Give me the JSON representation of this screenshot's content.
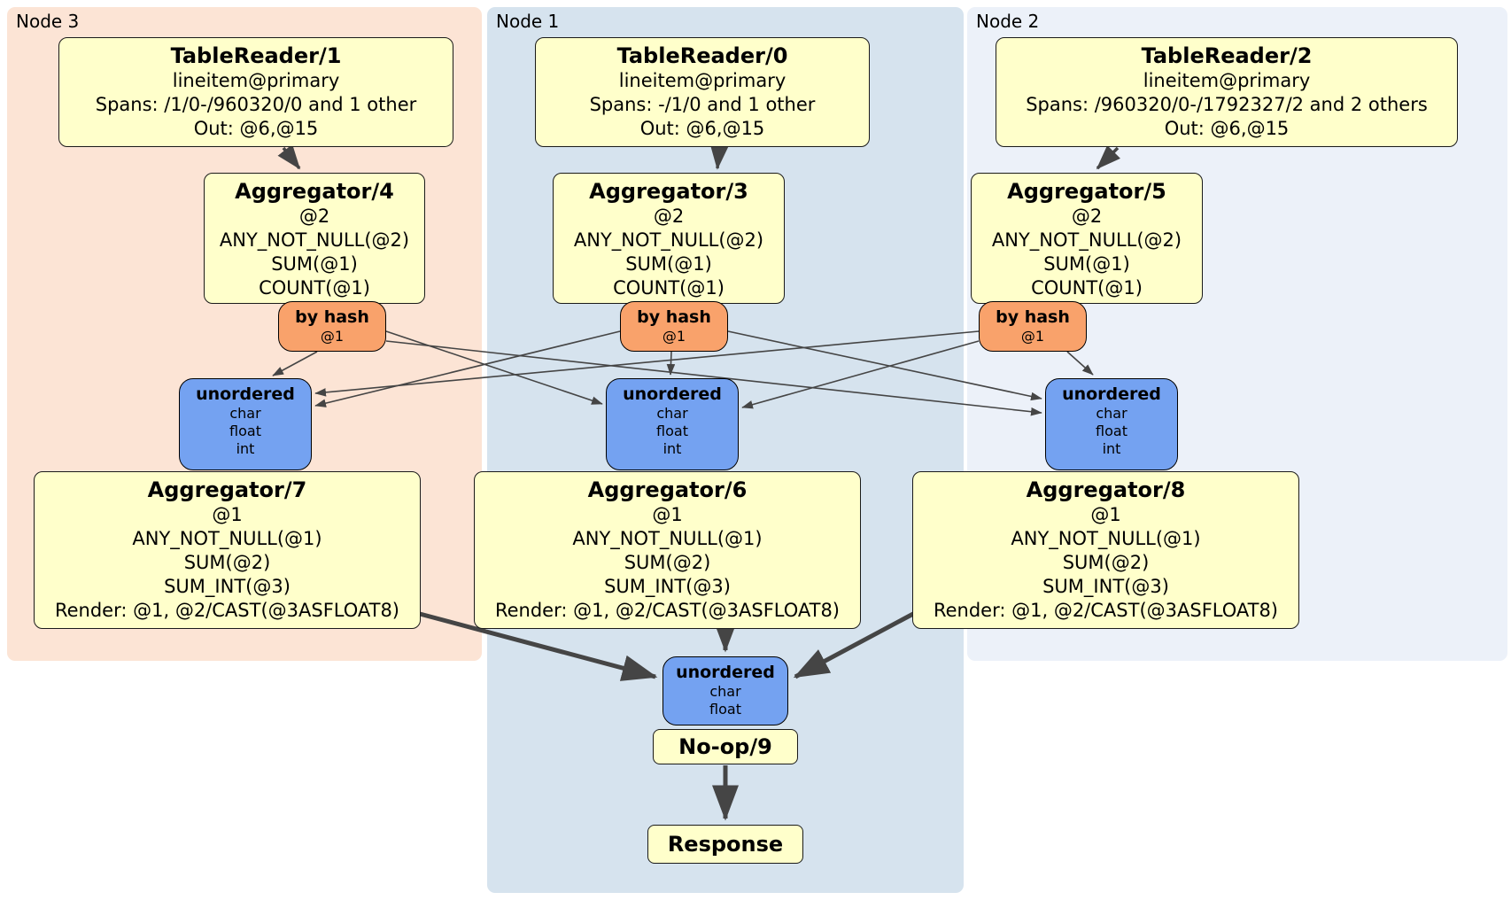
{
  "colors": {
    "processor_fill": "#ffffcb",
    "processor_border": "#1a1a1a",
    "router_fill": "#f9a26b",
    "sync_fill": "#74a2f1",
    "node3_bg": "#fce4d5",
    "node1_bg": "#d6e3ee",
    "node2_bg": "#ecf1f9",
    "edge": "#454545"
  },
  "regions": {
    "node3": {
      "label": "Node 3"
    },
    "node1": {
      "label": "Node 1"
    },
    "node2": {
      "label": "Node 2"
    }
  },
  "boxes": {
    "tr1": {
      "title": "TableReader/1",
      "lines": [
        "lineitem@primary",
        "Spans: /1/0-/960320/0 and 1 other",
        "Out: @6,@15"
      ]
    },
    "tr0": {
      "title": "TableReader/0",
      "lines": [
        "lineitem@primary",
        "Spans: -/1/0 and 1 other",
        "Out: @6,@15"
      ]
    },
    "tr2": {
      "title": "TableReader/2",
      "lines": [
        "lineitem@primary",
        "Spans: /960320/0-/1792327/2 and 2 others",
        "Out: @6,@15"
      ]
    },
    "agg4": {
      "title": "Aggregator/4",
      "lines": [
        "@2",
        "ANY_NOT_NULL(@2)",
        "SUM(@1)",
        "COUNT(@1)"
      ]
    },
    "agg3": {
      "title": "Aggregator/3",
      "lines": [
        "@2",
        "ANY_NOT_NULL(@2)",
        "SUM(@1)",
        "COUNT(@1)"
      ]
    },
    "agg5": {
      "title": "Aggregator/5",
      "lines": [
        "@2",
        "ANY_NOT_NULL(@2)",
        "SUM(@1)",
        "COUNT(@1)"
      ]
    },
    "agg7": {
      "title": "Aggregator/7",
      "lines": [
        "@1",
        "ANY_NOT_NULL(@1)",
        "SUM(@2)",
        "SUM_INT(@3)",
        "Render: @1, @2/CAST(@3ASFLOAT8)"
      ]
    },
    "agg6": {
      "title": "Aggregator/6",
      "lines": [
        "@1",
        "ANY_NOT_NULL(@1)",
        "SUM(@2)",
        "SUM_INT(@3)",
        "Render: @1, @2/CAST(@3ASFLOAT8)"
      ]
    },
    "agg8": {
      "title": "Aggregator/8",
      "lines": [
        "@1",
        "ANY_NOT_NULL(@1)",
        "SUM(@2)",
        "SUM_INT(@3)",
        "Render: @1, @2/CAST(@3ASFLOAT8)"
      ]
    },
    "noop": {
      "title": "No-op/9"
    },
    "resp": {
      "title": "Response"
    }
  },
  "routers": {
    "byhash3": {
      "title": "by hash",
      "lines": [
        "@1"
      ]
    },
    "byhash1": {
      "title": "by hash",
      "lines": [
        "@1"
      ]
    },
    "byhash2": {
      "title": "by hash",
      "lines": [
        "@1"
      ]
    }
  },
  "syncs": {
    "unord3": {
      "title": "unordered",
      "lines": [
        "char",
        "float",
        "int"
      ]
    },
    "unord1": {
      "title": "unordered",
      "lines": [
        "char",
        "float",
        "int"
      ]
    },
    "unord2": {
      "title": "unordered",
      "lines": [
        "char",
        "float",
        "int"
      ]
    },
    "unordF": {
      "title": "unordered",
      "lines": [
        "char",
        "float"
      ]
    }
  }
}
